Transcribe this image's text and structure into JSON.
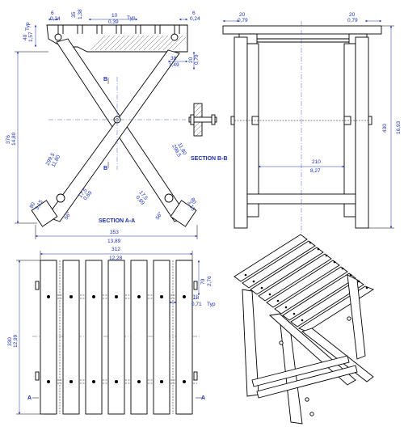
{
  "labels": {
    "section_aa": "SECTION A-A",
    "section_bb": "SECTION B-B",
    "cut_b": "B",
    "cut_a": "A"
  },
  "dims": {
    "slat_w_mm": "6",
    "slat_w_in": "0,24",
    "d35_mm": "35",
    "d35_in": "1,38",
    "d10_mm": "10",
    "d10_in": "0,39",
    "typ": "Typ",
    "d6r_mm": "6",
    "d6r_in": "0,24",
    "d40_mm": "40",
    "d40_in": "1,57",
    "typ_left": "Typ",
    "d38_mm": "38",
    "d38_in": "1,49",
    "d20a_mm": "20",
    "d20a_in": "0,79",
    "h376_mm": "376",
    "h376_in": "14,80",
    "leg299a_mm": "299,5",
    "leg299a_in": "11,80",
    "leg299b_mm": "299,5",
    "leg299b_in": "11,80",
    "d80a_mm": "80",
    "d80a_in": "3,15",
    "d80b_mm": "80",
    "d80b_in": "3,15",
    "d175a_mm": "17,5",
    "d175a_in": "0,69",
    "d175b_mm": "17,5",
    "d175b_in": "0,69",
    "ang_a": "56°",
    "ang_b": "56°",
    "w353_mm": "353",
    "w353_in": "13,89",
    "side20a_mm": "20",
    "side20a_in": "0,79",
    "side20b_mm": "20",
    "side20b_in": "0,79",
    "h430_mm": "430",
    "h430_in": "16,93",
    "w210_mm": "210",
    "w210_in": "8,27",
    "w312_mm": "312",
    "w312_in": "12,28",
    "d70_mm": "70",
    "d70_in": "2,76",
    "d18_mm": "18",
    "d18_in": "0,71",
    "typ2": "Typ",
    "h330_mm": "330",
    "h330_in": "12,99"
  }
}
